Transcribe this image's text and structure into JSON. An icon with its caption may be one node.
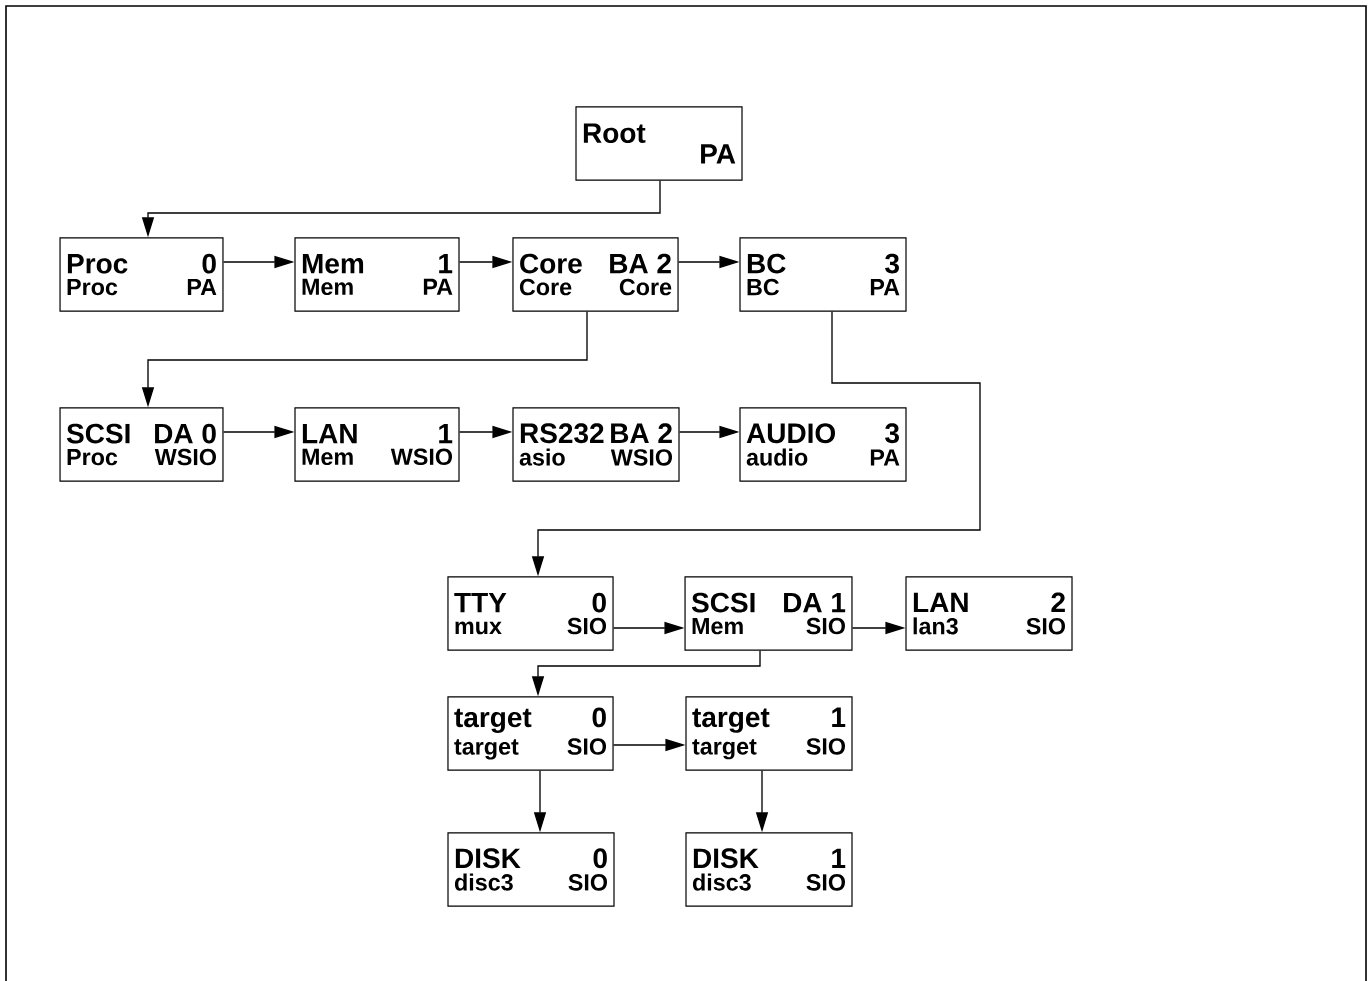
{
  "diagram": {
    "nodes": [
      {
        "text": [
          "Root",
          "PA"
        ]
      },
      {
        "text": [
          "Proc",
          "0",
          "Proc",
          "PA"
        ]
      },
      {
        "text": [
          "Mem",
          "1",
          "Mem",
          "PA"
        ]
      },
      {
        "text": [
          "Core",
          "BA 2",
          "Core",
          "Core"
        ]
      },
      {
        "text": [
          "BC",
          "3",
          "BC",
          "PA"
        ]
      },
      {
        "text": [
          "SCSI",
          "DA 0",
          "Proc",
          "WSIO"
        ]
      },
      {
        "text": [
          "LAN",
          "1",
          "Mem",
          "WSIO"
        ]
      },
      {
        "text": [
          "RS232",
          "BA 2",
          "asio",
          "WSIO"
        ]
      },
      {
        "text": [
          "AUDIO",
          "3",
          "audio",
          "PA"
        ]
      },
      {
        "text": [
          "TTY",
          "0",
          "mux",
          "SIO"
        ]
      },
      {
        "text": [
          "SCSI",
          "DA 1",
          "Mem",
          "SIO"
        ]
      },
      {
        "text": [
          "LAN",
          "2",
          "lan3",
          "SIO"
        ]
      },
      {
        "text": [
          "target",
          "0",
          "target",
          "SIO"
        ]
      },
      {
        "text": [
          "target",
          "1",
          "target",
          "SIO"
        ]
      },
      {
        "text": [
          "DISK",
          "0",
          "disc3",
          "SIO"
        ]
      },
      {
        "text": [
          "DISK",
          "1",
          "disc3",
          "SIO"
        ]
      }
    ],
    "edges": [
      {
        "from": 0,
        "to": 1,
        "arrow": "to"
      },
      {
        "from": 1,
        "to": 2,
        "arrow": "to"
      },
      {
        "from": 2,
        "to": 3,
        "arrow": "to"
      },
      {
        "from": 3,
        "to": 4,
        "arrow": "to"
      },
      {
        "from": 3,
        "to": 5,
        "arrow": "to"
      },
      {
        "from": 5,
        "to": 6,
        "arrow": "to"
      },
      {
        "from": 6,
        "to": 7,
        "arrow": "to"
      },
      {
        "from": 7,
        "to": 8,
        "arrow": "to"
      },
      {
        "from": 4,
        "to": 9,
        "arrow": "to"
      },
      {
        "from": 9,
        "to": 10,
        "arrow": "to"
      },
      {
        "from": 10,
        "to": 11,
        "arrow": "to"
      },
      {
        "from": 10,
        "to": 12,
        "arrow": "to"
      },
      {
        "from": 12,
        "to": 13,
        "arrow": "to"
      },
      {
        "from": 12,
        "to": 14,
        "arrow": "to"
      },
      {
        "from": 13,
        "to": 15,
        "arrow": "to"
      }
    ]
  }
}
